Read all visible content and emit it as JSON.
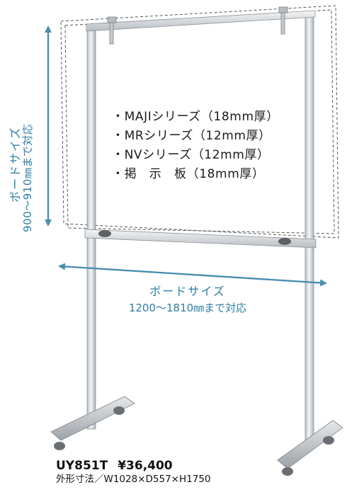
{
  "vertical_label": {
    "title": "ボードサイズ",
    "range": "900〜910㎜まで対応"
  },
  "horizontal_label": {
    "title": "ボードサイズ",
    "range": "1200〜1810㎜まで対応"
  },
  "compatible_boards": [
    "・MAJIシリーズ（18mm厚）",
    "・MRシリーズ（12mm厚）",
    "・NVシリーズ（12mm厚）",
    "・掲　示　板（18mm厚）"
  ],
  "product": {
    "model": "UY851T",
    "price": "¥36,400",
    "dimensions": "外形寸法／W1028×D557×H1750"
  },
  "colors": {
    "label_blue": "#2f7da3",
    "arrow_blue": "#4a8db0",
    "frame_silver": "#c9ced3"
  }
}
